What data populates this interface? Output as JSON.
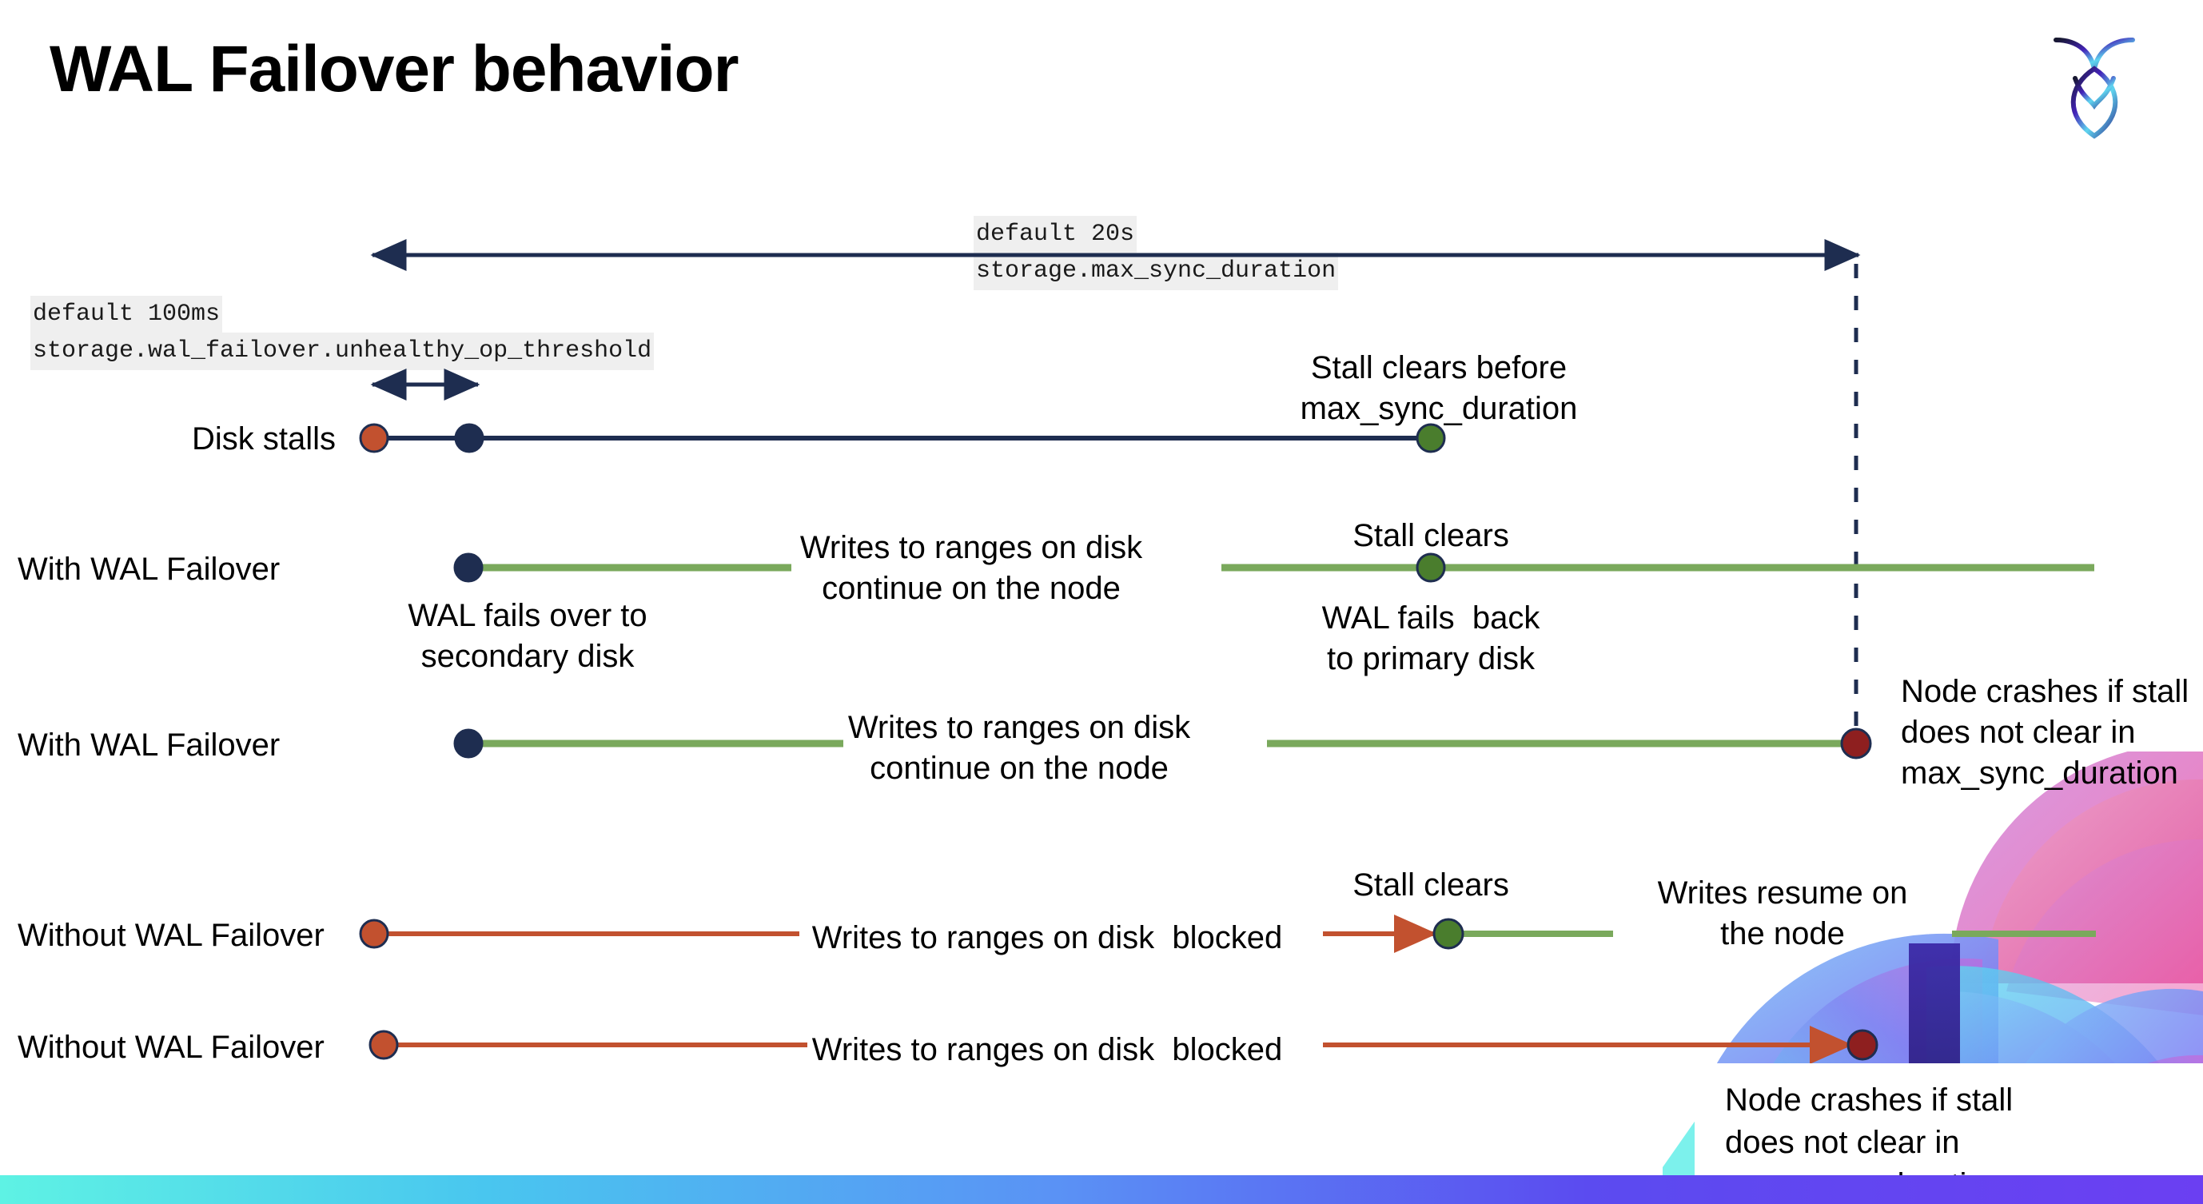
{
  "slide": {
    "title": "WAL Failover behavior",
    "logo_name": "cockroachdb-logo"
  },
  "annotations": {
    "max_sync": {
      "line1": "default 20s",
      "line2": "storage.max_sync_duration"
    },
    "unhealthy": {
      "line1": "default 100ms",
      "line2": "storage.wal_failover.unhealthy_op_threshold"
    }
  },
  "rows": [
    {
      "name": "Disk stalls",
      "label_right": "Stall clears before\nmax_sync_duration"
    },
    {
      "name": "With WAL Failover",
      "note_mid": "Writes to ranges on disk\ncontinue on the node",
      "note_below_start": "WAL fails over to\nsecondary disk",
      "note_clear": "Stall clears",
      "note_below_clear": "WAL fails  back\nto primary disk"
    },
    {
      "name": "With WAL Failover",
      "note_mid": "Writes to ranges on disk\ncontinue on the node",
      "note_crash": "Node crashes if stall\ndoes not clear in\nmax_sync_duration"
    },
    {
      "name": "Without WAL Failover",
      "note_mid": "Writes to ranges on disk  blocked",
      "note_clear": "Stall clears",
      "note_resume": "Writes resume on\nthe node"
    },
    {
      "name": "Without WAL Failover",
      "note_mid": "Writes to ranges on disk  blocked",
      "note_crash": "Node crashes if stall\ndoes not clear in\nmax_sync_duration"
    }
  ],
  "colors": {
    "navy": "#1e2d50",
    "red_dot": "#c2512f",
    "green_dot": "#4a7d2d",
    "dark_red_dot": "#8e1f1f",
    "green_line": "#7aa95c",
    "red_line": "#c2512f",
    "mono_bg": "#efefef"
  },
  "legend_markers": {
    "stall_start": "red-dot",
    "failover": "navy-dot",
    "stall_clear": "green-dot",
    "node_crash": "dark-red-dot"
  }
}
